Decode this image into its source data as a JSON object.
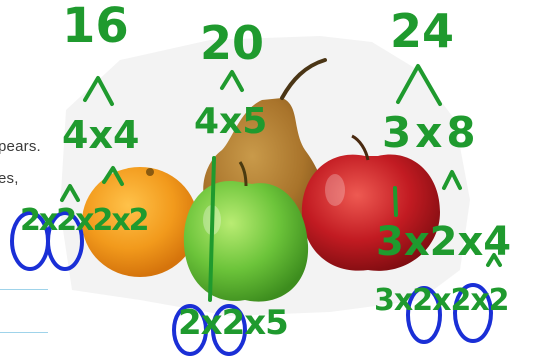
{
  "colors": {
    "ink_green": "#1f9a2e",
    "ink_blue": "#1a2fd6",
    "orange": "#f29a1c",
    "green_apple": "#6cc43a",
    "red_apple": "#c21b22",
    "pear": "#a9742b",
    "rule_line": "#9fd3ea"
  },
  "cropped_text": {
    "line1": "pears.",
    "line2": "es,"
  },
  "factor_trees": {
    "left": {
      "root": "16",
      "level1": "4x4",
      "level2": "2x2x2x2"
    },
    "middle": {
      "root": "20",
      "level1": "4x5",
      "level2": "2x2x5"
    },
    "right": {
      "root": "24",
      "level1": "3x8",
      "level2": "3x2x4",
      "level3": "3x2x2x2"
    }
  },
  "icons": {
    "fruit": [
      "orange",
      "pear",
      "green-apple",
      "red-apple"
    ]
  }
}
